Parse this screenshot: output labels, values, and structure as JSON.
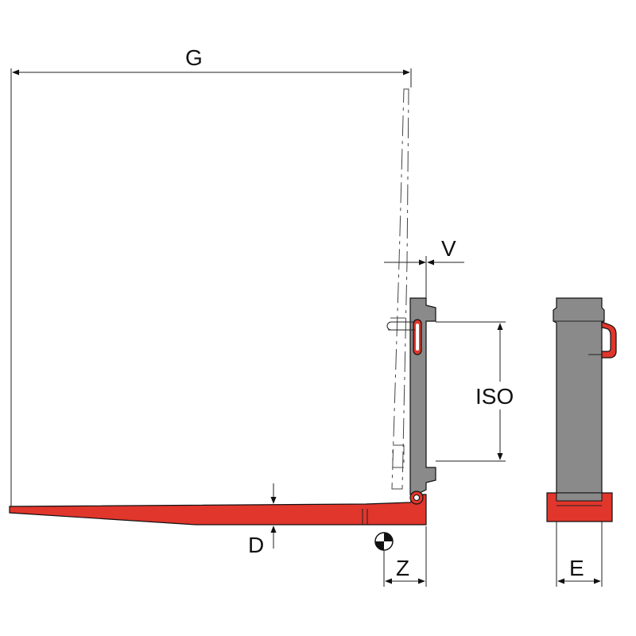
{
  "labels": {
    "G": "G",
    "V": "V",
    "ISO": "ISO",
    "D": "D",
    "Z": "Z",
    "E": "E"
  },
  "colors": {
    "fork_red": "#e0362c",
    "carriage_grey": "#8a8a8a",
    "line": "#222222",
    "background": "#ffffff"
  },
  "icons": {
    "center_of_gravity": "center-of-gravity-icon"
  }
}
